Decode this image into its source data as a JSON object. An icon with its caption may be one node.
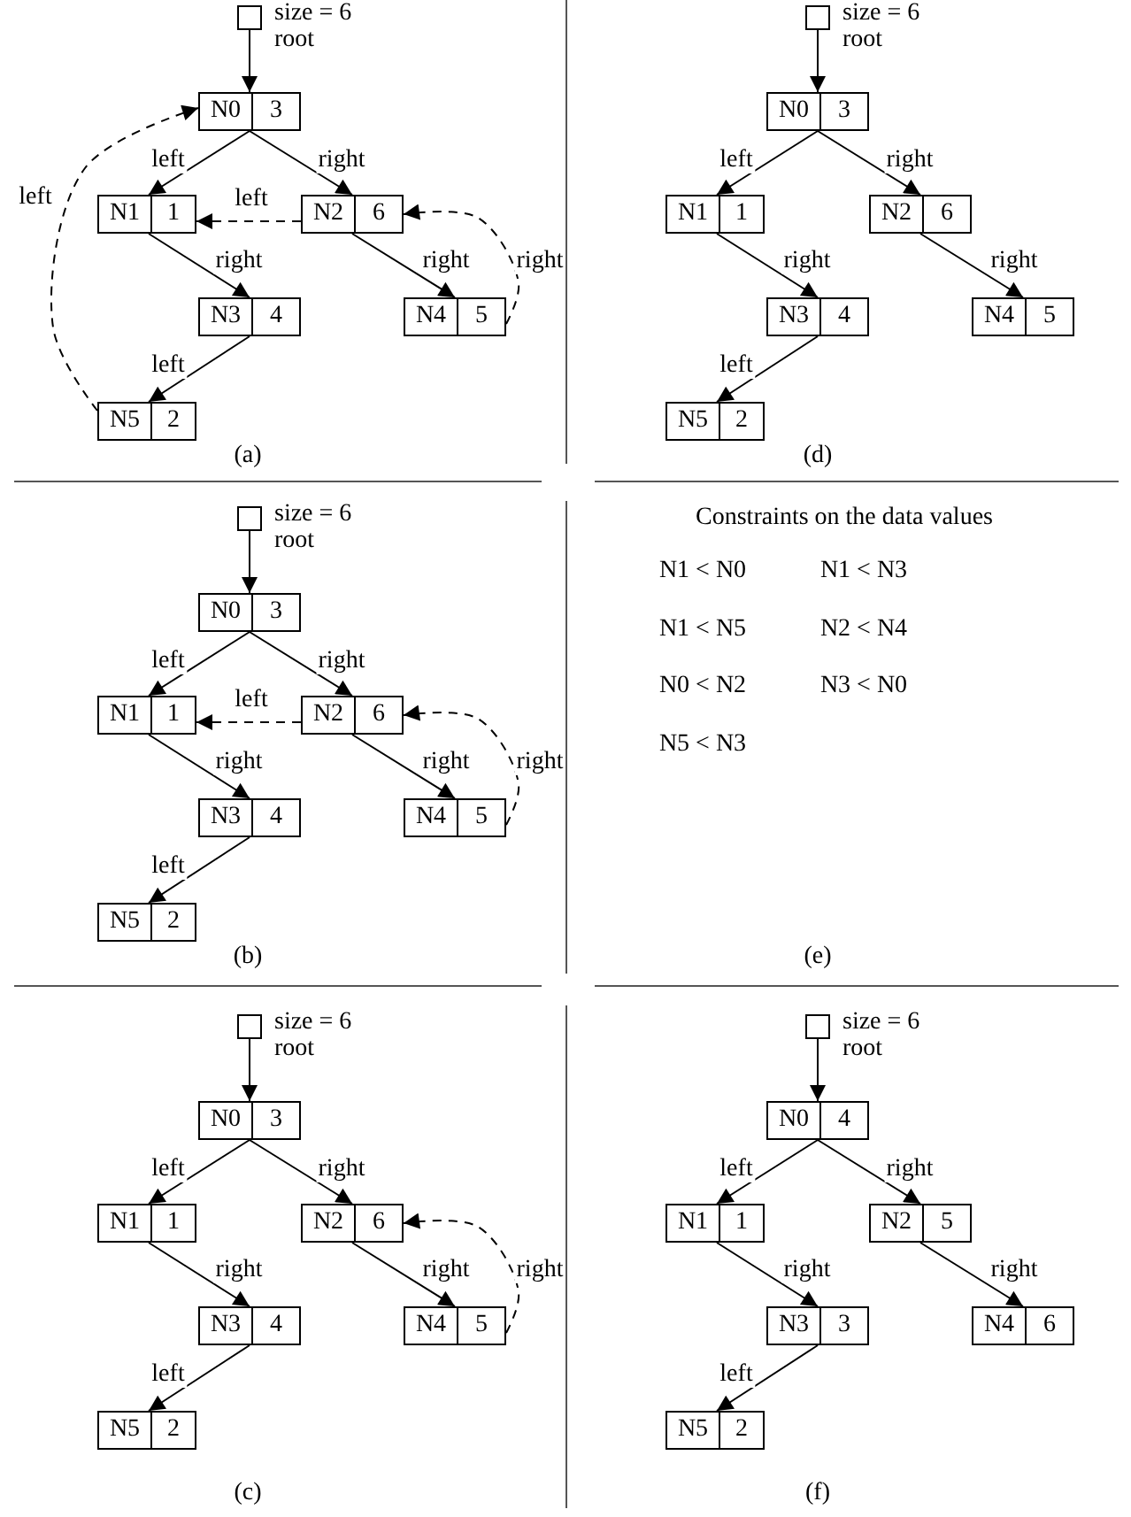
{
  "diagram": {
    "nodes": [
      {
        "text": [],
        "shape": "box",
        "beside": [
          "size = 6",
          "root"
        ]
      },
      {
        "text": [
          "N0",
          "3"
        ]
      },
      {
        "text": [
          "N1",
          "1"
        ]
      },
      {
        "text": [
          "N2",
          "6"
        ]
      },
      {
        "text": [
          "N3",
          "4"
        ]
      },
      {
        "text": [
          "N4",
          "5"
        ]
      },
      {
        "text": [
          "N5",
          "2"
        ]
      },
      {
        "text": [],
        "shape": "box",
        "beside": [
          "size = 6",
          "root"
        ]
      },
      {
        "text": [
          "N0",
          "3"
        ]
      },
      {
        "text": [
          "N1",
          "1"
        ]
      },
      {
        "text": [
          "N2",
          "6"
        ]
      },
      {
        "text": [
          "N3",
          "4"
        ]
      },
      {
        "text": [
          "N4",
          "5"
        ]
      },
      {
        "text": [
          "N5",
          "2"
        ]
      },
      {
        "text": [],
        "shape": "box",
        "beside": [
          "size = 6",
          "root"
        ]
      },
      {
        "text": [
          "N0",
          "3"
        ]
      },
      {
        "text": [
          "N1",
          "1"
        ]
      },
      {
        "text": [
          "N2",
          "6"
        ]
      },
      {
        "text": [
          "N3",
          "4"
        ]
      },
      {
        "text": [
          "N4",
          "5"
        ]
      },
      {
        "text": [
          "N5",
          "2"
        ]
      },
      {
        "text": [],
        "shape": "box",
        "beside": [
          "size = 6",
          "root"
        ]
      },
      {
        "text": [
          "N0",
          "3"
        ]
      },
      {
        "text": [
          "N1",
          "1"
        ]
      },
      {
        "text": [
          "N2",
          "6"
        ]
      },
      {
        "text": [
          "N3",
          "4"
        ]
      },
      {
        "text": [
          "N4",
          "5"
        ]
      },
      {
        "text": [
          "N5",
          "2"
        ]
      },
      {
        "text": [],
        "shape": "box",
        "beside": [
          "size = 6",
          "root"
        ]
      },
      {
        "text": [
          "N0",
          "4"
        ]
      },
      {
        "text": [
          "N1",
          "1"
        ]
      },
      {
        "text": [
          "N2",
          "5"
        ]
      },
      {
        "text": [
          "N3",
          "3"
        ]
      },
      {
        "text": [
          "N4",
          "6"
        ]
      },
      {
        "text": [
          "N5",
          "2"
        ]
      }
    ],
    "edges": [
      {
        "from": 0,
        "to": 1,
        "arrow": "to"
      },
      {
        "from": 1,
        "to": 2,
        "arrow": "to",
        "label": "left"
      },
      {
        "from": 1,
        "to": 3,
        "arrow": "to",
        "label": "right"
      },
      {
        "from": 2,
        "to": 4,
        "arrow": "to",
        "label": "right"
      },
      {
        "from": 3,
        "to": 5,
        "arrow": "to",
        "label": "right"
      },
      {
        "from": 4,
        "to": 6,
        "arrow": "to",
        "label": "left"
      },
      {
        "from": 6,
        "to": 1,
        "arrow": "to",
        "label": "left",
        "style": "dashed"
      },
      {
        "from": 3,
        "to": 2,
        "arrow": "to",
        "label": "left",
        "style": "dashed"
      },
      {
        "from": 5,
        "to": 3,
        "arrow": "to",
        "label": "right",
        "style": "dashed"
      },
      {
        "from": 7,
        "to": 8,
        "arrow": "to"
      },
      {
        "from": 8,
        "to": 9,
        "arrow": "to",
        "label": "left"
      },
      {
        "from": 8,
        "to": 10,
        "arrow": "to",
        "label": "right"
      },
      {
        "from": 9,
        "to": 11,
        "arrow": "to",
        "label": "right"
      },
      {
        "from": 10,
        "to": 12,
        "arrow": "to",
        "label": "right"
      },
      {
        "from": 11,
        "to": 13,
        "arrow": "to",
        "label": "left"
      },
      {
        "from": 14,
        "to": 15,
        "arrow": "to"
      },
      {
        "from": 15,
        "to": 16,
        "arrow": "to",
        "label": "left"
      },
      {
        "from": 15,
        "to": 17,
        "arrow": "to",
        "label": "right"
      },
      {
        "from": 16,
        "to": 18,
        "arrow": "to",
        "label": "right"
      },
      {
        "from": 17,
        "to": 19,
        "arrow": "to",
        "label": "right"
      },
      {
        "from": 18,
        "to": 20,
        "arrow": "to",
        "label": "left"
      },
      {
        "from": 17,
        "to": 16,
        "arrow": "to",
        "label": "left",
        "style": "dashed"
      },
      {
        "from": 19,
        "to": 17,
        "arrow": "to",
        "label": "right",
        "style": "dashed"
      },
      {
        "from": 21,
        "to": 22,
        "arrow": "to"
      },
      {
        "from": 22,
        "to": 23,
        "arrow": "to",
        "label": "left"
      },
      {
        "from": 22,
        "to": 24,
        "arrow": "to",
        "label": "right"
      },
      {
        "from": 23,
        "to": 25,
        "arrow": "to",
        "label": "right"
      },
      {
        "from": 24,
        "to": 26,
        "arrow": "to",
        "label": "right"
      },
      {
        "from": 25,
        "to": 27,
        "arrow": "to",
        "label": "left"
      },
      {
        "from": 26,
        "to": 24,
        "arrow": "to",
        "label": "right",
        "style": "dashed"
      },
      {
        "from": 28,
        "to": 29,
        "arrow": "to"
      },
      {
        "from": 29,
        "to": 30,
        "arrow": "to",
        "label": "left"
      },
      {
        "from": 29,
        "to": 31,
        "arrow": "to",
        "label": "right"
      },
      {
        "from": 30,
        "to": 32,
        "arrow": "to",
        "label": "right"
      },
      {
        "from": 31,
        "to": 33,
        "arrow": "to",
        "label": "right"
      },
      {
        "from": 32,
        "to": 34,
        "arrow": "to",
        "label": "left"
      }
    ],
    "labels": [
      "(a)",
      "(d)",
      "Constraints on the data values",
      "N1 < N0",
      "N1 < N3",
      "N1 < N5",
      "N2 < N4",
      "N0 < N2",
      "N3 < N0",
      "N5 < N3",
      "(b)",
      "(e)",
      "(c)",
      "(f)"
    ]
  }
}
